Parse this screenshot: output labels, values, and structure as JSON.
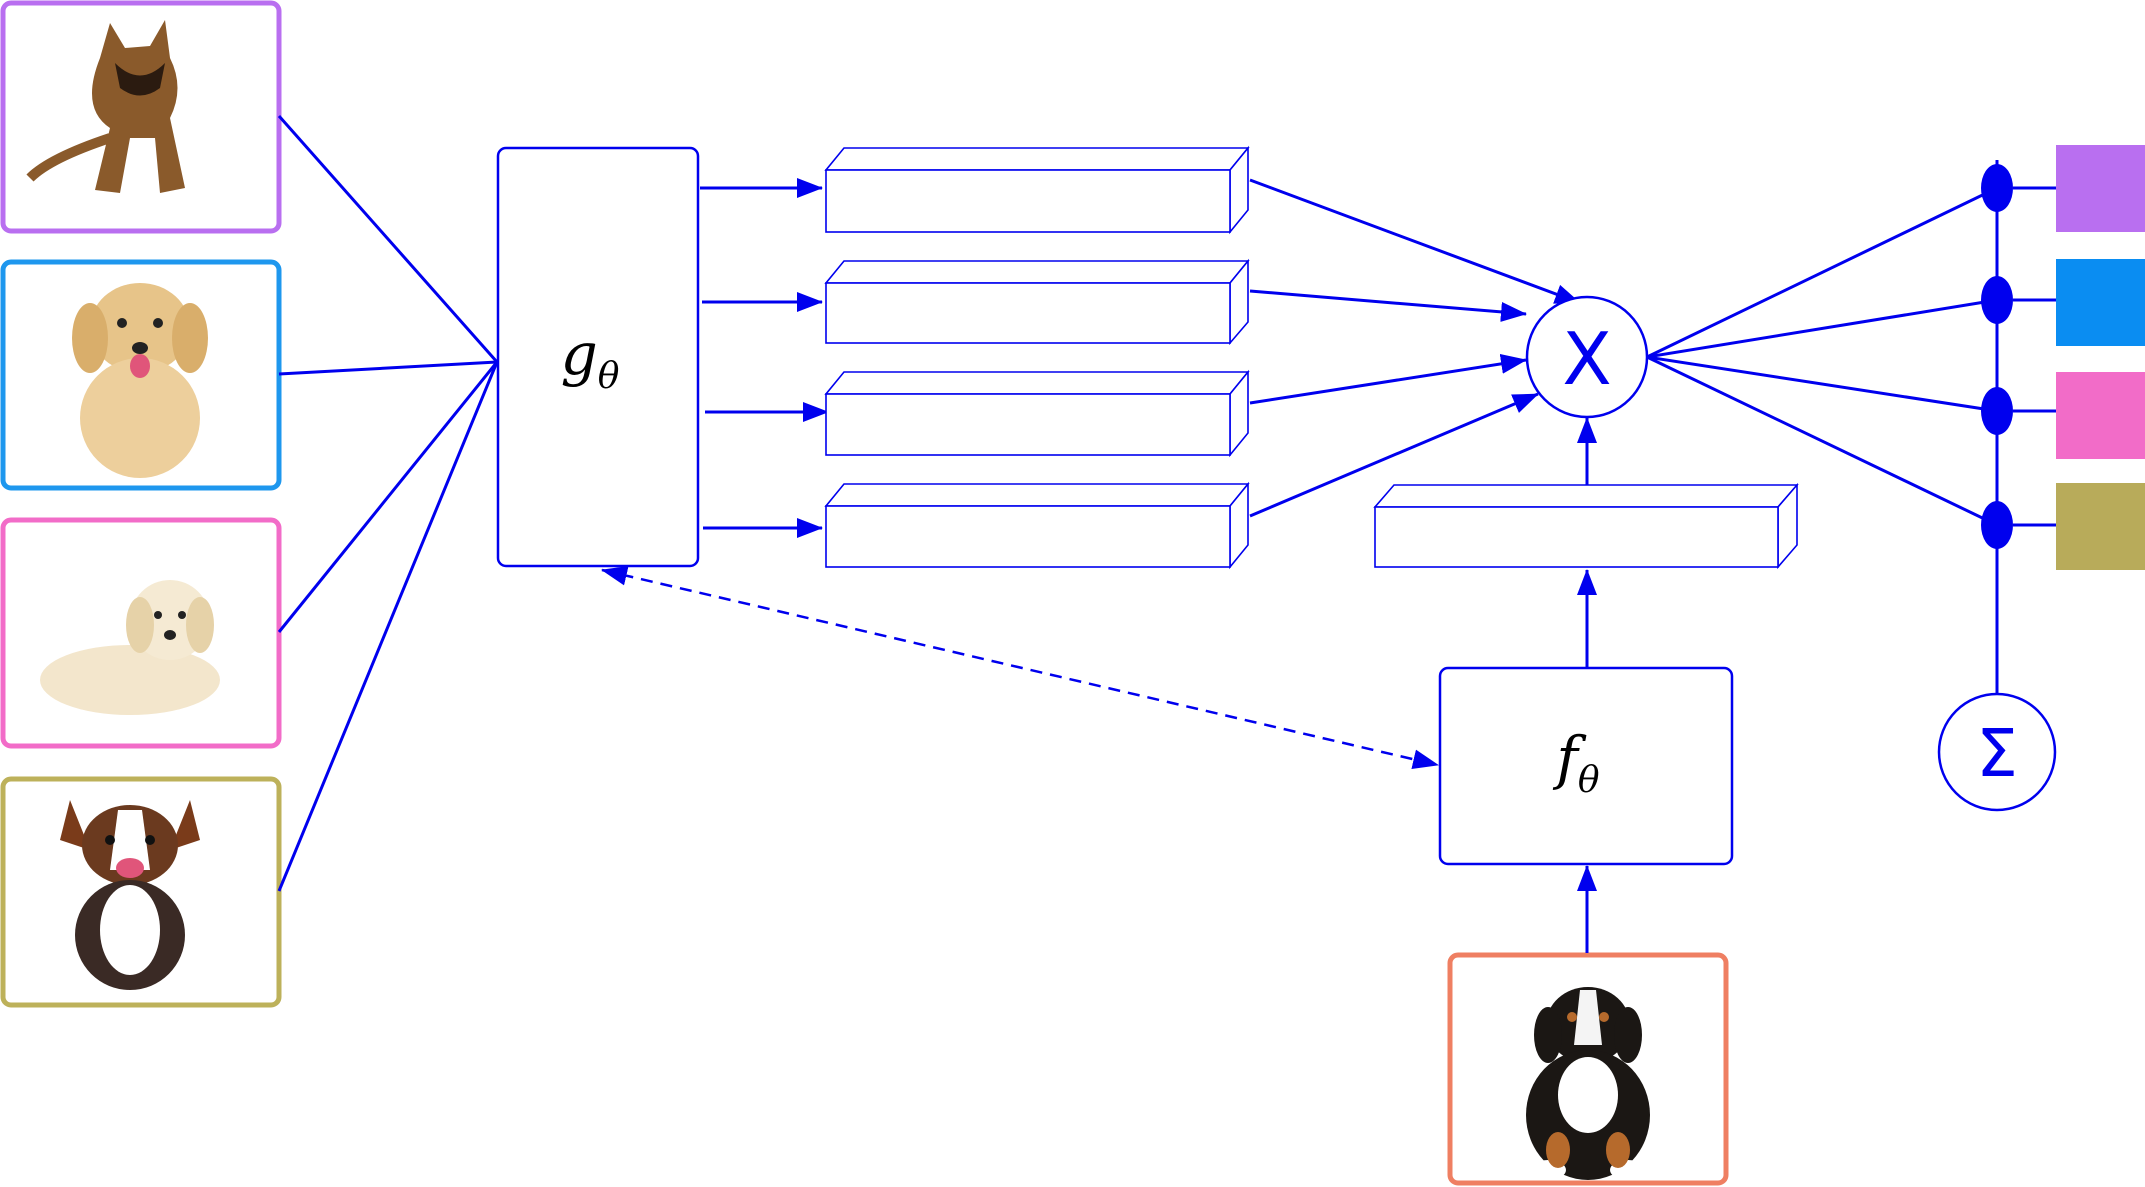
{
  "diagram": {
    "embedding_g_label": "g",
    "embedding_g_subscript": "θ",
    "embedding_f_label": "f",
    "embedding_f_subscript": "θ",
    "product_symbol": "X",
    "sum_symbol": "Σ"
  },
  "support_images": [
    {
      "name": "german-shepherd",
      "frame_color": "#b96ff0"
    },
    {
      "name": "golden-retriever-puppy",
      "frame_color": "#1e97ee"
    },
    {
      "name": "labrador-puppy",
      "frame_color": "#f26cc8"
    },
    {
      "name": "corgi-puppy",
      "frame_color": "#bdb15a"
    }
  ],
  "query_image": {
    "name": "bernese-mountain-dog-puppy",
    "frame_color": "#ef7f62"
  },
  "class_colors": [
    "#b96ff0",
    "#0a8df2",
    "#f26cc8",
    "#b8ab5a"
  ],
  "colors": {
    "line": "#0000ee",
    "box_stroke": "#0000ee"
  }
}
